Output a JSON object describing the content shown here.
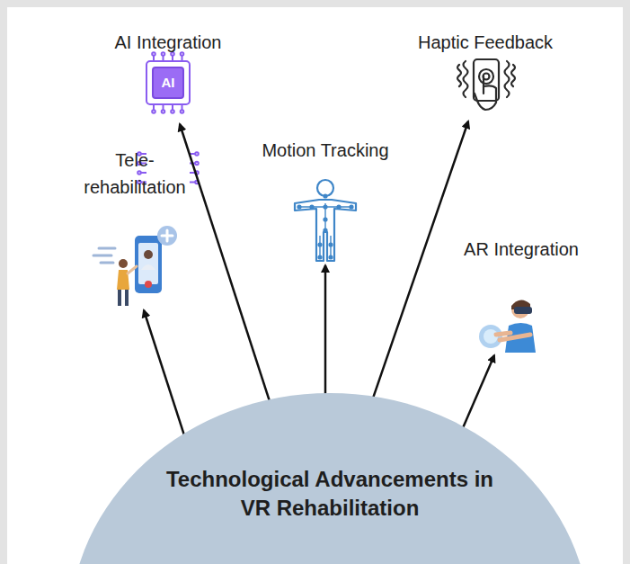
{
  "diagram": {
    "nodes": [
      {
        "text": [
          "AI Integration"
        ]
      },
      {
        "text": [
          "Haptic Feedback"
        ]
      },
      {
        "text": [
          "Motion Tracking"
        ]
      },
      {
        "text": [
          "Tele- rehabilitation"
        ]
      },
      {
        "text": [
          "AR Integration"
        ]
      },
      {
        "text": [
          "Technological Advancements in VR Rehabilitation"
        ]
      }
    ],
    "edges": [
      {
        "from": 5,
        "to": 3,
        "arrow": "to"
      },
      {
        "from": 5,
        "to": 0,
        "arrow": "to"
      },
      {
        "from": 5,
        "to": 2,
        "arrow": "to"
      },
      {
        "from": 5,
        "to": 1,
        "arrow": "to"
      },
      {
        "from": 5,
        "to": 4,
        "arrow": "to"
      }
    ],
    "labels": [
      "AI"
    ]
  }
}
